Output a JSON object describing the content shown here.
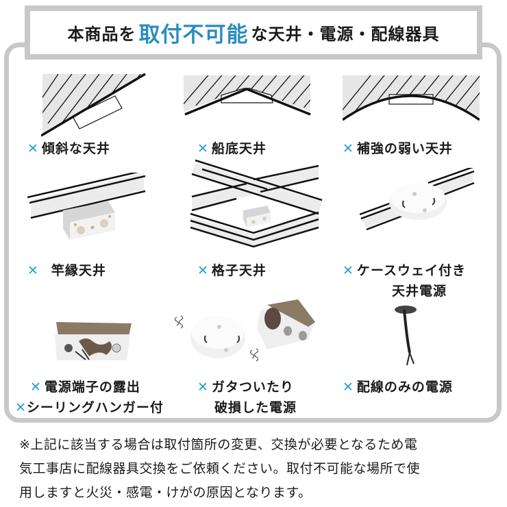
{
  "title": {
    "prefix": "本商品を",
    "accent": "取付不可能",
    "suffix": "な天井・電源・配線器具",
    "accent_color": "#2b8dbd"
  },
  "mark": "✕",
  "mark_color": "#2a9cd8",
  "items": [
    {
      "id": "sloped-ceiling",
      "label": "傾斜な天井"
    },
    {
      "id": "boat-bottom-ceiling",
      "label": "船底天井"
    },
    {
      "id": "weak-reinforcement-ceiling",
      "label": "補強の弱い天井"
    },
    {
      "id": "rod-edge-ceiling",
      "label": "竿縁天井"
    },
    {
      "id": "lattice-ceiling",
      "label": "格子天井"
    },
    {
      "id": "caseway-power",
      "label_line1": "ケースウェイ付き",
      "label_line2": "天井電源"
    },
    {
      "id": "exposed-terminal",
      "label": "電源端子の露出"
    },
    {
      "id": "ceiling-hanger",
      "label": "シーリングハンガー付"
    },
    {
      "id": "loose-broken-power",
      "label_line1": "ガタついたり",
      "label_line2": "破損した電源"
    },
    {
      "id": "wiring-only-power",
      "label": "配線のみの電源"
    }
  ],
  "note": {
    "line1": "※上記に該当する場合は取付箇所の変更、交換が必要となるため電",
    "line2": "気工事店に配線器具交換をご依頼ください。取付不可能な場所で使",
    "line3": "用しますと火災・感電・けがの原因となります。"
  }
}
